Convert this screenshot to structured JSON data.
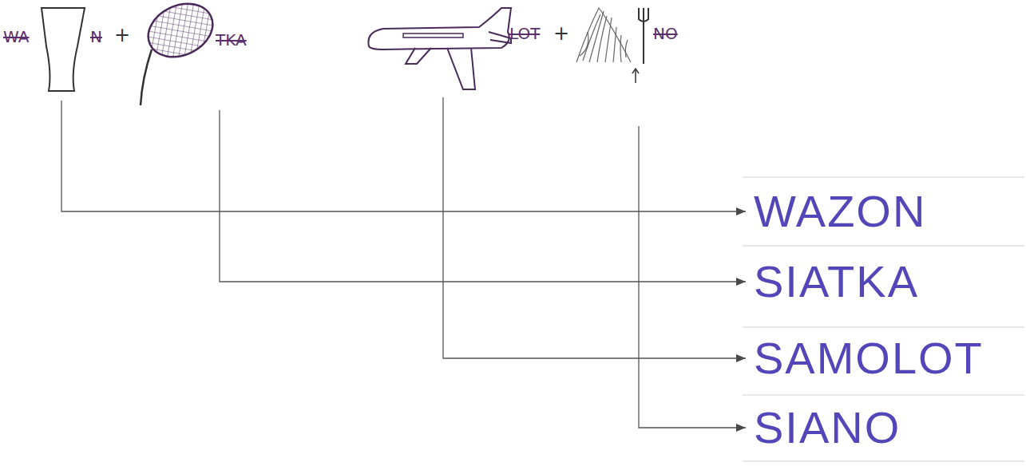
{
  "diagram": {
    "nodes": [
      {
        "text": [
          "WA",
          "N"
        ]
      },
      {
        "text": [
          "TKA"
        ]
      },
      {
        "text": [
          "LOT"
        ]
      },
      {
        "text": [
          "NO"
        ]
      },
      {
        "text": [
          "WAZON"
        ]
      },
      {
        "text": [
          "SIATKA"
        ]
      },
      {
        "text": [
          "SAMOLOT"
        ]
      },
      {
        "text": [
          "SIANO"
        ]
      }
    ],
    "edges": [
      {
        "from": 0,
        "to": 4,
        "arrow": "to"
      },
      {
        "from": 1,
        "to": 5,
        "arrow": "to"
      },
      {
        "from": 2,
        "to": 6,
        "arrow": "to"
      },
      {
        "from": 3,
        "to": 7,
        "arrow": "to"
      }
    ],
    "labels": [
      "+",
      "+"
    ]
  }
}
